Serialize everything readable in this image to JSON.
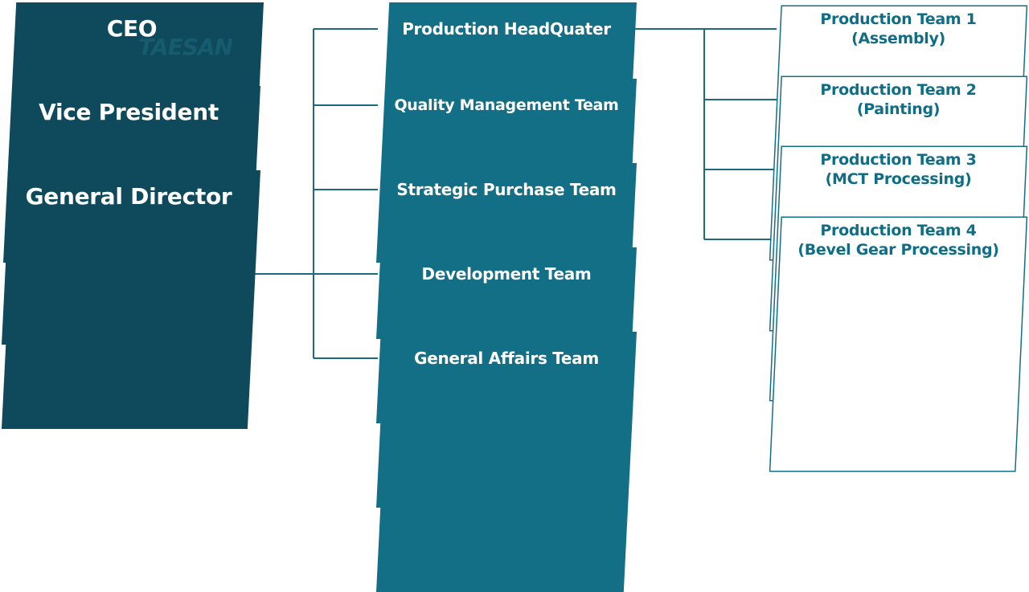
{
  "diagram": {
    "type": "organization-chart",
    "colors": {
      "executive": "#0e4a5c",
      "department": "#136f86",
      "team_border": "#136f86",
      "team_text": "#0f6e86",
      "connector": "#1d6a7e"
    },
    "watermark": "TAESAN",
    "executives": [
      {
        "id": "ceo",
        "label": "CEO"
      },
      {
        "id": "vp",
        "label": "Vice President"
      },
      {
        "id": "gd",
        "label": "General Director"
      }
    ],
    "departments": [
      {
        "id": "phq",
        "label": "Production HeadQuater"
      },
      {
        "id": "qm",
        "label": "Quality Management Team"
      },
      {
        "id": "sp",
        "label": "Strategic Purchase Team"
      },
      {
        "id": "dev",
        "label": "Development Team"
      },
      {
        "id": "ga",
        "label": "General Affairs Team"
      }
    ],
    "production_teams": [
      {
        "id": "pt1",
        "name": "Production Team 1",
        "detail": "(Assembly)"
      },
      {
        "id": "pt2",
        "name": "Production Team 2",
        "detail": "(Painting)"
      },
      {
        "id": "pt3",
        "name": "Production Team 3",
        "detail": "(MCT Processing)"
      },
      {
        "id": "pt4",
        "name": "Production Team 4",
        "detail": "(Bevel Gear Processing)"
      }
    ]
  }
}
